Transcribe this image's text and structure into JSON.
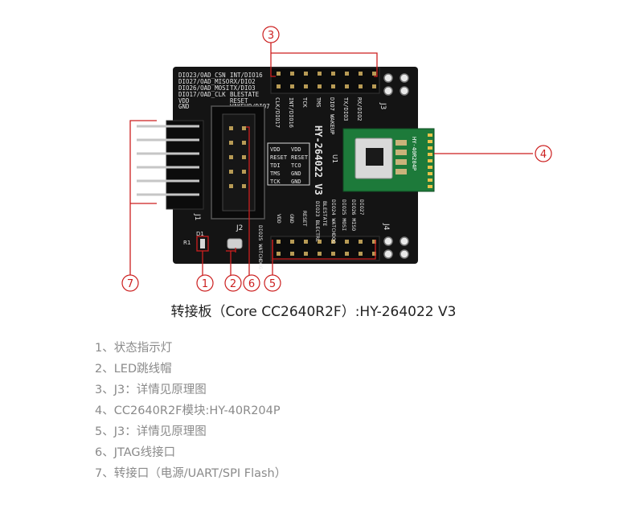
{
  "callouts": [
    "1",
    "2",
    "3",
    "4",
    "5",
    "6",
    "7"
  ],
  "board": {
    "pin_top_left": [
      "DIO23/OAD_CSN",
      "DIO27/OAD_MISO",
      "DIO26/OAD_MOSI",
      "DIO17/OAD_CLK",
      "VDD",
      "GND"
    ],
    "pin_top_right": [
      "INT/DIO16",
      "RX/DIO2",
      "TX/DIO3",
      "BLESTATE",
      "RESET",
      "WAKEUP/DIO7"
    ],
    "j3_labels": [
      "CLK/DIO17",
      "INT/DIO16",
      "TCK",
      "TMS",
      "DIO7 WAKEUP",
      "TX/DIO3",
      "RX/DIO2"
    ],
    "j3_name": "J3",
    "jtag_left": [
      "VDD",
      "RESET",
      "TDI",
      "TMS",
      "TCK"
    ],
    "jtag_right": [
      "VDD",
      "RESET",
      "TCO",
      "GND",
      "GND"
    ],
    "board_id": "HY-264022 V3",
    "u1": "U1",
    "module_text": "HY-40R204P",
    "j1": "J1",
    "j2": "J2",
    "j4": "J4",
    "r1": "R1",
    "d1": "D1",
    "j4_labels": [
      "VDD",
      "GND",
      "RESET",
      "DIO23 BLECTRL",
      "BLESTATE",
      "DIO24 WATCHDOG",
      "DIO25 MOSI",
      "DIO26 MISO",
      "DIO27"
    ],
    "dio25_label": "DIO25 WATCHDOG"
  },
  "caption": "转接板（Core CC2640R2F）:HY-264022 V3",
  "legend": [
    "1、状态指示灯",
    "2、LED跳线帽",
    "3、J3：详情见原理图",
    "4、CC2640R2F模块:HY-40R204P",
    "5、J3：详情见原理图",
    "6、JTAG线接口",
    "7、转接口（电源/UART/SPI Flash）"
  ],
  "colors": {
    "pcb": "#111111",
    "annotation": "#cc1f1f",
    "module": "#1d7a3a",
    "text_muted": "#8a8a8a"
  }
}
